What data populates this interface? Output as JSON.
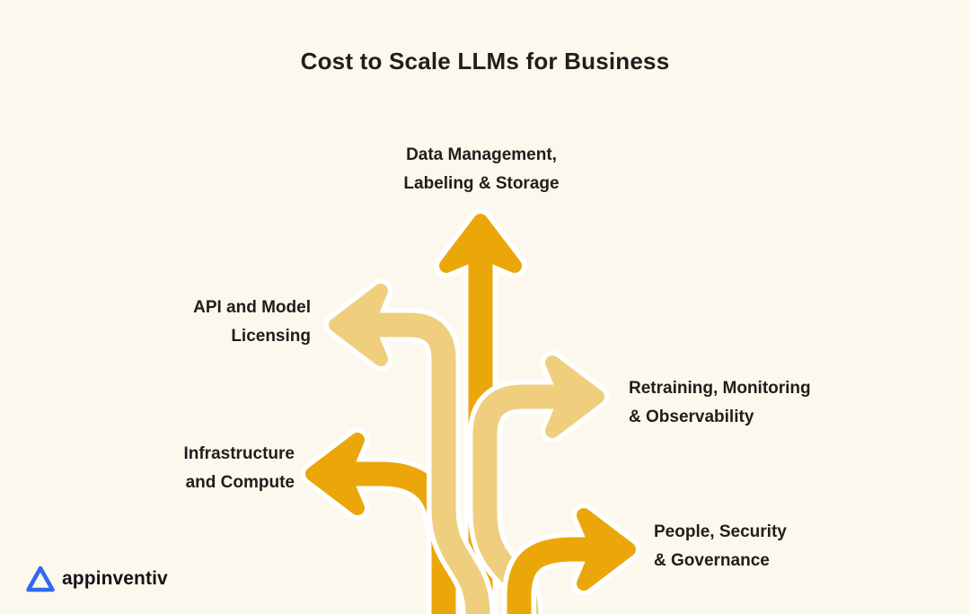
{
  "title": "Cost to Scale LLMs for Business",
  "branches": {
    "data_management": {
      "line1": "Data Management,",
      "line2": "Labeling & Storage",
      "direction": "up"
    },
    "api": {
      "line1": "API and Model",
      "line2": "Licensing",
      "direction": "left"
    },
    "retraining": {
      "line1": "Retraining, Monitoring",
      "line2": "& Observability",
      "direction": "right"
    },
    "infrastructure": {
      "line1": "Infrastructure",
      "line2": "and Compute",
      "direction": "left"
    },
    "people": {
      "line1": "People, Security",
      "line2": "& Governance",
      "direction": "right"
    }
  },
  "logo": {
    "text": "appinventiv"
  },
  "colors": {
    "background": "#FCF8EE",
    "gold": "#EBA70A",
    "tan": "#EFCE7D",
    "outline": "#FFFFFF",
    "text": "#1E1E1C",
    "logo_blue": "#2E6BF2"
  }
}
